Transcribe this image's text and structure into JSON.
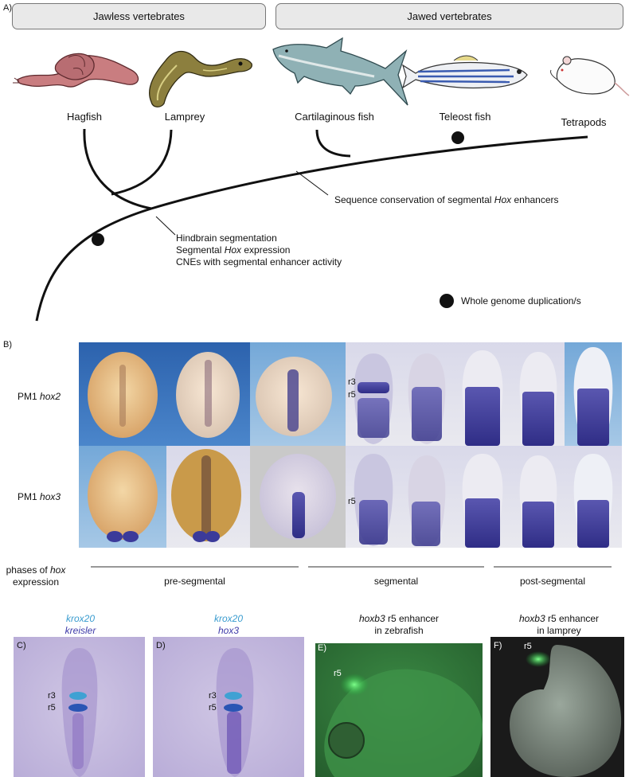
{
  "panel_a": {
    "letter": "A)",
    "group_jawless": "Jawless vertebrates",
    "group_jawed": "Jawed vertebrates",
    "taxa": [
      "Hagfish",
      "Lamprey",
      "Cartilaginous fish",
      "Teleost fish",
      "Tetrapods"
    ],
    "annotation_conservation": [
      "Sequence conservation of segmental ",
      "Hox",
      " enhancers"
    ],
    "annotation_base": [
      [
        "Hindbrain segmentation"
      ],
      [
        "Segmental ",
        "Hox",
        " expression"
      ],
      [
        "CNEs with segmental enhancer activity"
      ]
    ],
    "legend_wgd": "Whole genome duplication/s",
    "animals": [
      "hagfish",
      "lamprey",
      "shark",
      "zebrafish",
      "mouse"
    ]
  },
  "panel_b": {
    "letter": "B)",
    "row1_label": [
      "PM1 ",
      "hox2"
    ],
    "row2_label": [
      "PM1 ",
      "hox3"
    ],
    "row1_marks": [
      "r3",
      "r5"
    ],
    "row2_marks": [
      "r5"
    ],
    "phases_label": [
      "phases of ",
      "hox",
      " expression"
    ],
    "phases": [
      "pre-segmental",
      "segmental",
      "post-segmental"
    ]
  },
  "panel_c": {
    "letter": "C)",
    "title_top": "krox20",
    "title_bottom": "kreisler",
    "marks": [
      "r3",
      "r5"
    ]
  },
  "panel_d": {
    "letter": "D)",
    "title_top": "krox20",
    "title_bottom": "hox3",
    "marks": [
      "r3",
      "r5"
    ]
  },
  "panel_e": {
    "letter": "E)",
    "title_gene": "hoxb3",
    "title_rest": " r5 enhancer",
    "title_line2": "in zebrafish",
    "mark": "r5"
  },
  "panel_f": {
    "letter": "F)",
    "title_gene": "hoxb3",
    "title_rest": " r5 enhancer",
    "title_line2": "in lamprey",
    "mark": "r5"
  },
  "colors": {
    "stain_blue": "#3b3a9a",
    "gfp_green": "#33d24a",
    "bg_blue": "#3f7cc4"
  }
}
